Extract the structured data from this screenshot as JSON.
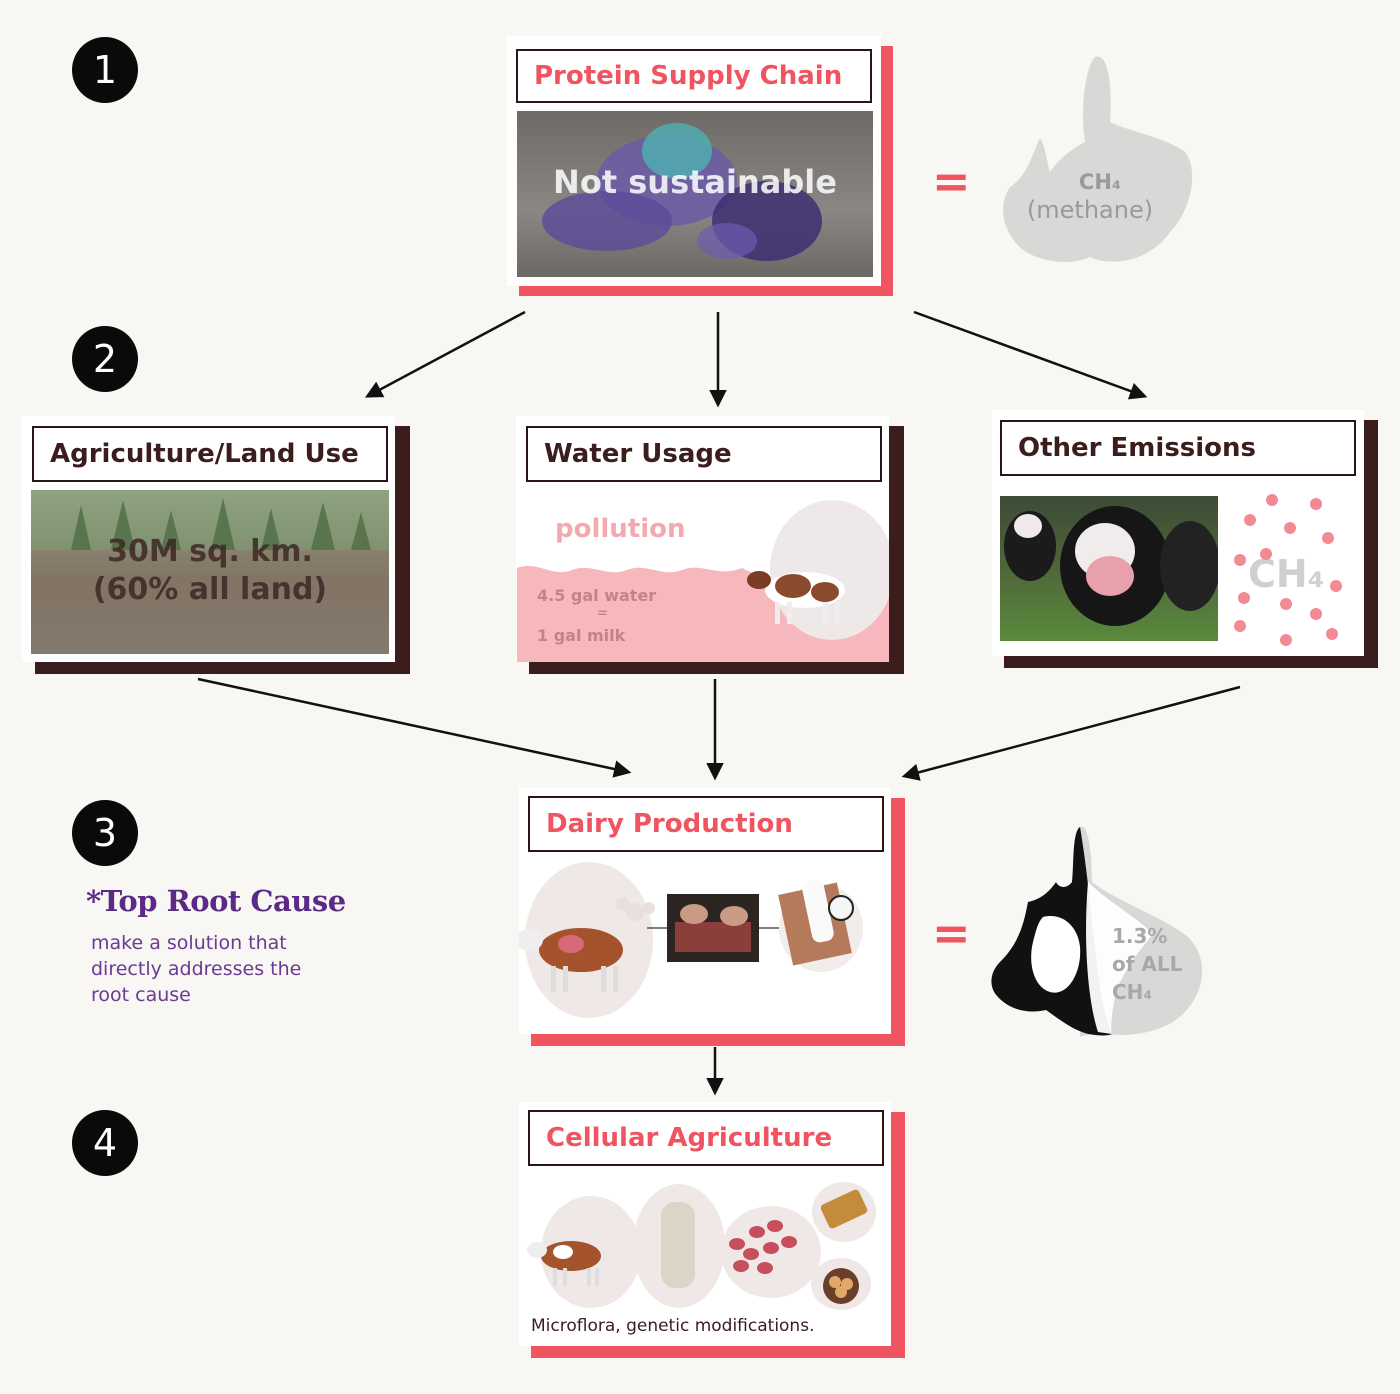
{
  "steps": [
    "1",
    "2",
    "3",
    "4"
  ],
  "protein": {
    "title": "Protein Supply Chain",
    "image_caption": "Not sustainable",
    "equals": "=",
    "methane_formula": "CH₄",
    "methane_name": "(methane)"
  },
  "agriculture": {
    "title": "Agriculture/Land Use",
    "stat_line1": "30M sq. km.",
    "stat_line2": "(60% all land)"
  },
  "water": {
    "title": "Water Usage",
    "pollution": "pollution",
    "ratio_top": "4.5 gal water",
    "ratio_eq": "=",
    "ratio_bottom": "1 gal milk"
  },
  "emissions": {
    "title": "Other Emissions",
    "ch4": "CH₄"
  },
  "dairy": {
    "title": "Dairy Production",
    "equals": "=",
    "stat_line1": "1.3%",
    "stat_line2": "of ALL",
    "stat_line3": "CH₄"
  },
  "root_cause": {
    "heading": "*Top Root Cause",
    "line1": "make a solution that",
    "line2": "directly addresses the",
    "line3": "root cause"
  },
  "cellular": {
    "title": "Cellular Agriculture",
    "caption": "Microflora, genetic modifications."
  },
  "colors": {
    "accent_red": "#ef5460",
    "dark_brown": "#3b1d1d",
    "purple": "#5b2a86",
    "background": "#f8f7f4"
  }
}
